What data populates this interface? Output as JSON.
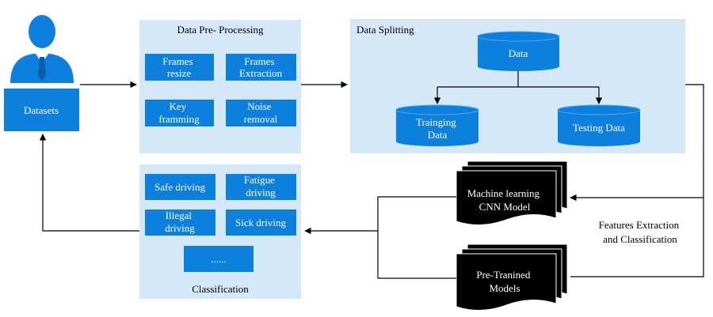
{
  "colors": {
    "panel": "#d5e8f8",
    "box": "#0d7fdd",
    "box_text": "#ffffff",
    "line": "#000000",
    "doc": "#000000"
  },
  "icons": {
    "user": "businessman-icon"
  },
  "datasets": {
    "label": "Datasets"
  },
  "preprocessing": {
    "title": "Data Pre- Processing",
    "items": [
      [
        "Frames",
        "resize"
      ],
      [
        "Frames",
        "Extraction"
      ],
      [
        "Key",
        "framming"
      ],
      [
        "Noise",
        "removal"
      ]
    ]
  },
  "splitting": {
    "title": "Data Splitting",
    "data": "Data",
    "training": [
      "Trainging",
      "Data"
    ],
    "testing": "Testing Data"
  },
  "classification": {
    "title": "Classification",
    "items": [
      [
        "Safe driving"
      ],
      [
        "Fatigue",
        "driving"
      ],
      [
        "Illegal",
        "driving"
      ],
      [
        "Sick driving"
      ],
      [
        "......"
      ]
    ]
  },
  "models": {
    "ml": [
      "Machine learning",
      "CNN Model"
    ],
    "pretrained": [
      "Pre-Tranined",
      "Models"
    ]
  },
  "features": {
    "label": [
      "Features Extraction",
      "and Classification"
    ]
  }
}
